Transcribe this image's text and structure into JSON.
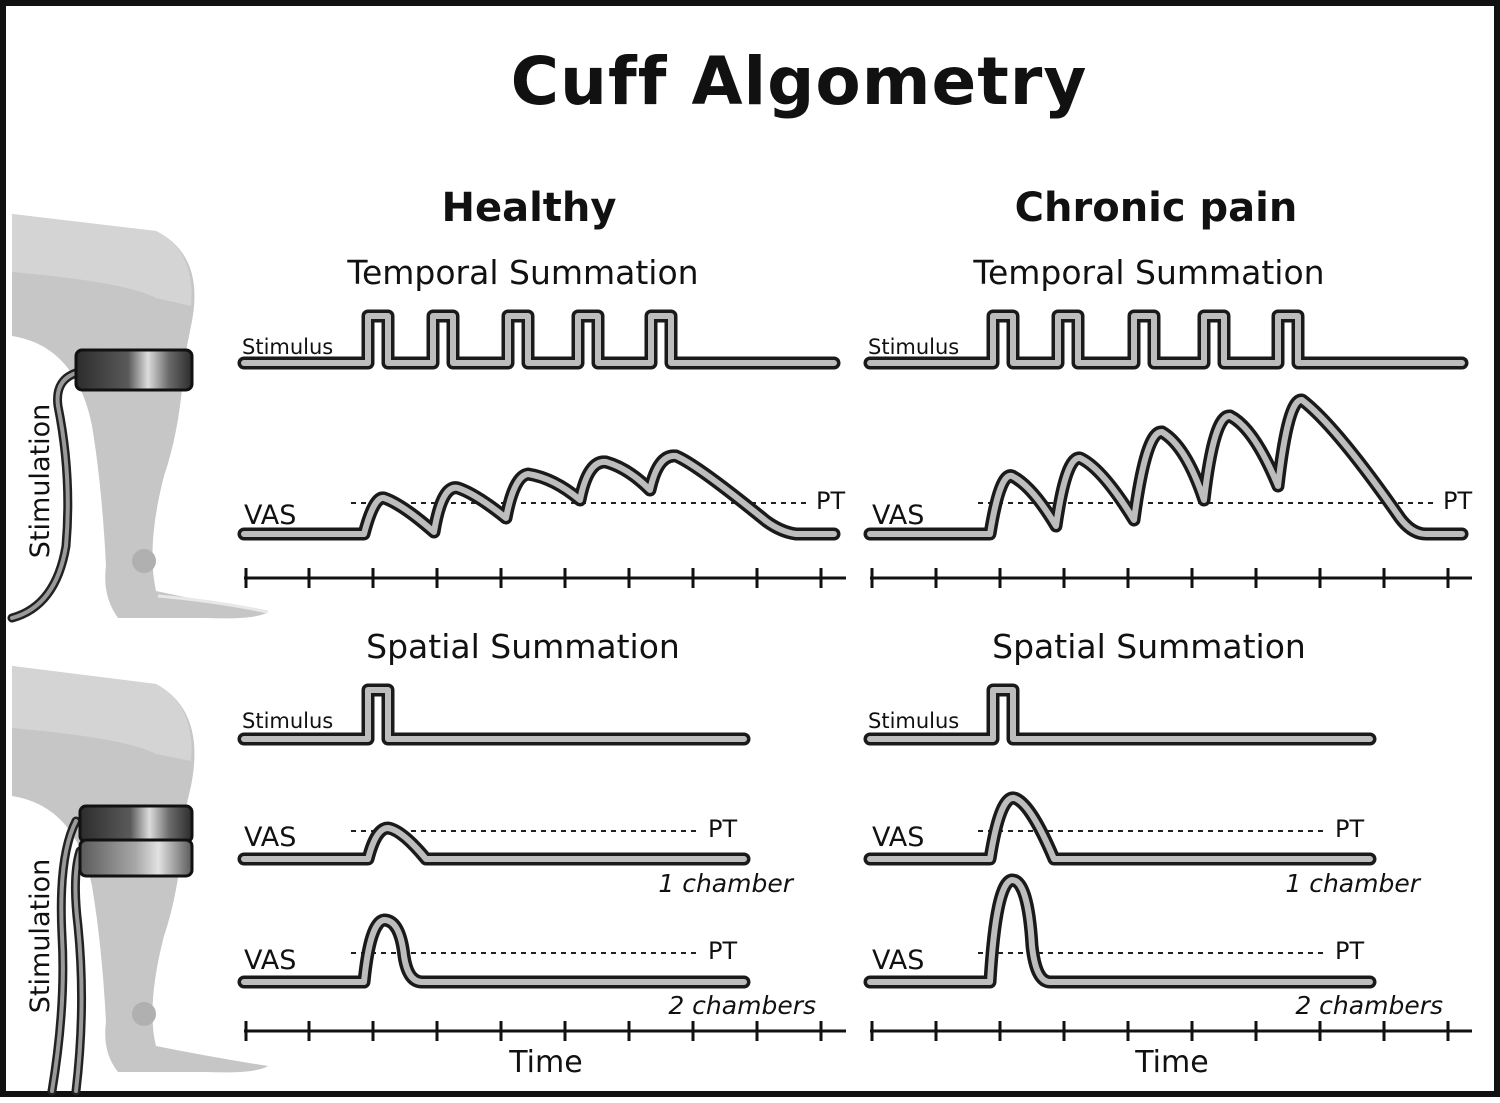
{
  "title": "Cuff Algometry",
  "columns": [
    {
      "heading": "Healthy",
      "temporal": {
        "title": "Temporal Summation",
        "stimulus_label": "Stimulus",
        "vas_label": "VAS",
        "pt_label": "PT"
      },
      "spatial": {
        "title": "Spatial Summation",
        "stimulus_label": "Stimulus",
        "vas_label": "VAS",
        "pt_label": "PT",
        "one_chamber_label": "1 chamber",
        "two_chambers_label": "2 chambers"
      },
      "time_label": "Time"
    },
    {
      "heading": "Chronic pain",
      "temporal": {
        "title": "Temporal Summation",
        "stimulus_label": "Stimulus",
        "vas_label": "VAS",
        "pt_label": "PT"
      },
      "spatial": {
        "title": "Spatial Summation",
        "stimulus_label": "Stimulus",
        "vas_label": "VAS",
        "pt_label": "PT",
        "one_chamber_label": "1 chamber",
        "two_chambers_label": "2 chambers"
      },
      "time_label": "Time"
    }
  ],
  "side_labels": {
    "top": "Stimulation",
    "bottom": "Stimulation"
  },
  "colors": {
    "trace_fill": "#bdbdbd",
    "trace_outline": "#1a1a1a",
    "leg": "#c7c7c7",
    "cuff_dark": "#3a3a3a",
    "cuff_light": "#8e8e8e"
  }
}
